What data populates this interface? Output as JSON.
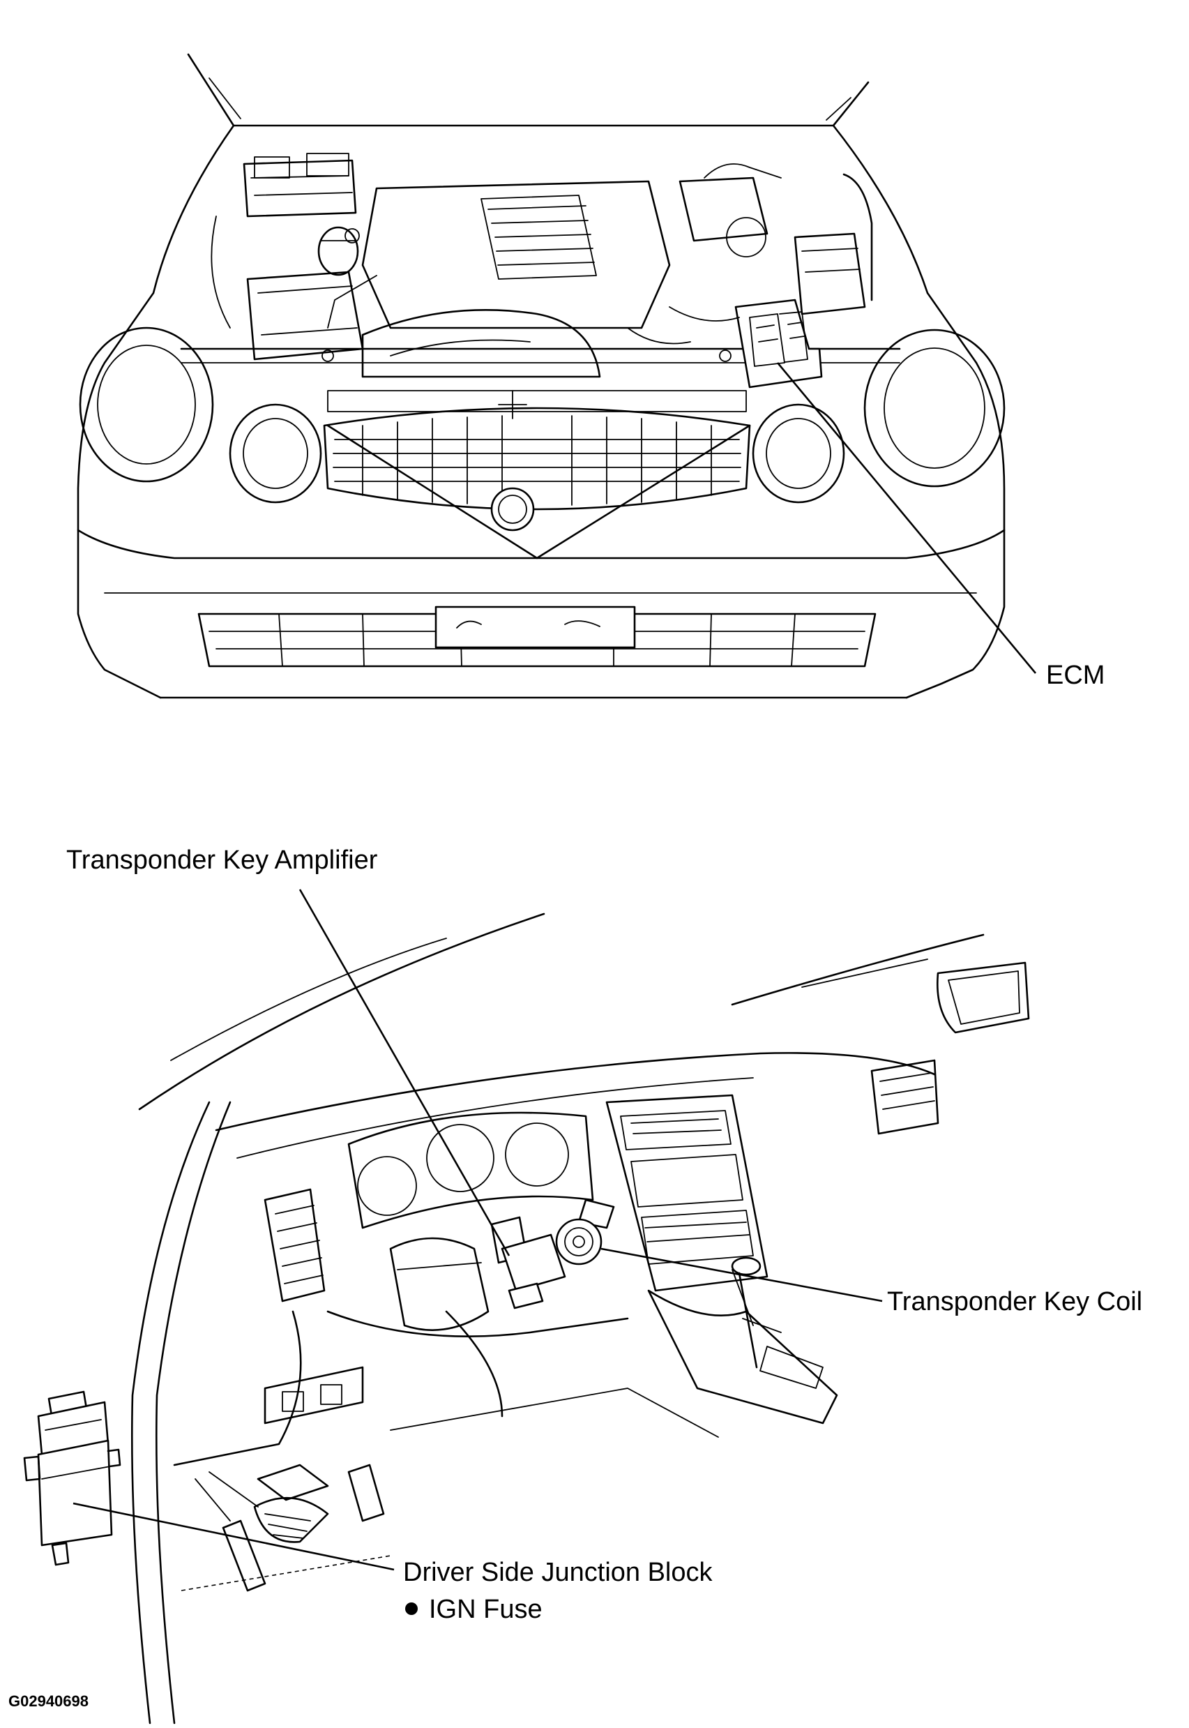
{
  "labels": {
    "ecm": "ECM",
    "amplifier": "Transponder Key Amplifier",
    "coil": "Transponder Key Coil",
    "junction_block": "Driver Side Junction Block",
    "ign_fuse": "IGN Fuse"
  },
  "figure_code": "G02940698",
  "colors": {
    "ink": "#000000",
    "paper": "#ffffff"
  }
}
